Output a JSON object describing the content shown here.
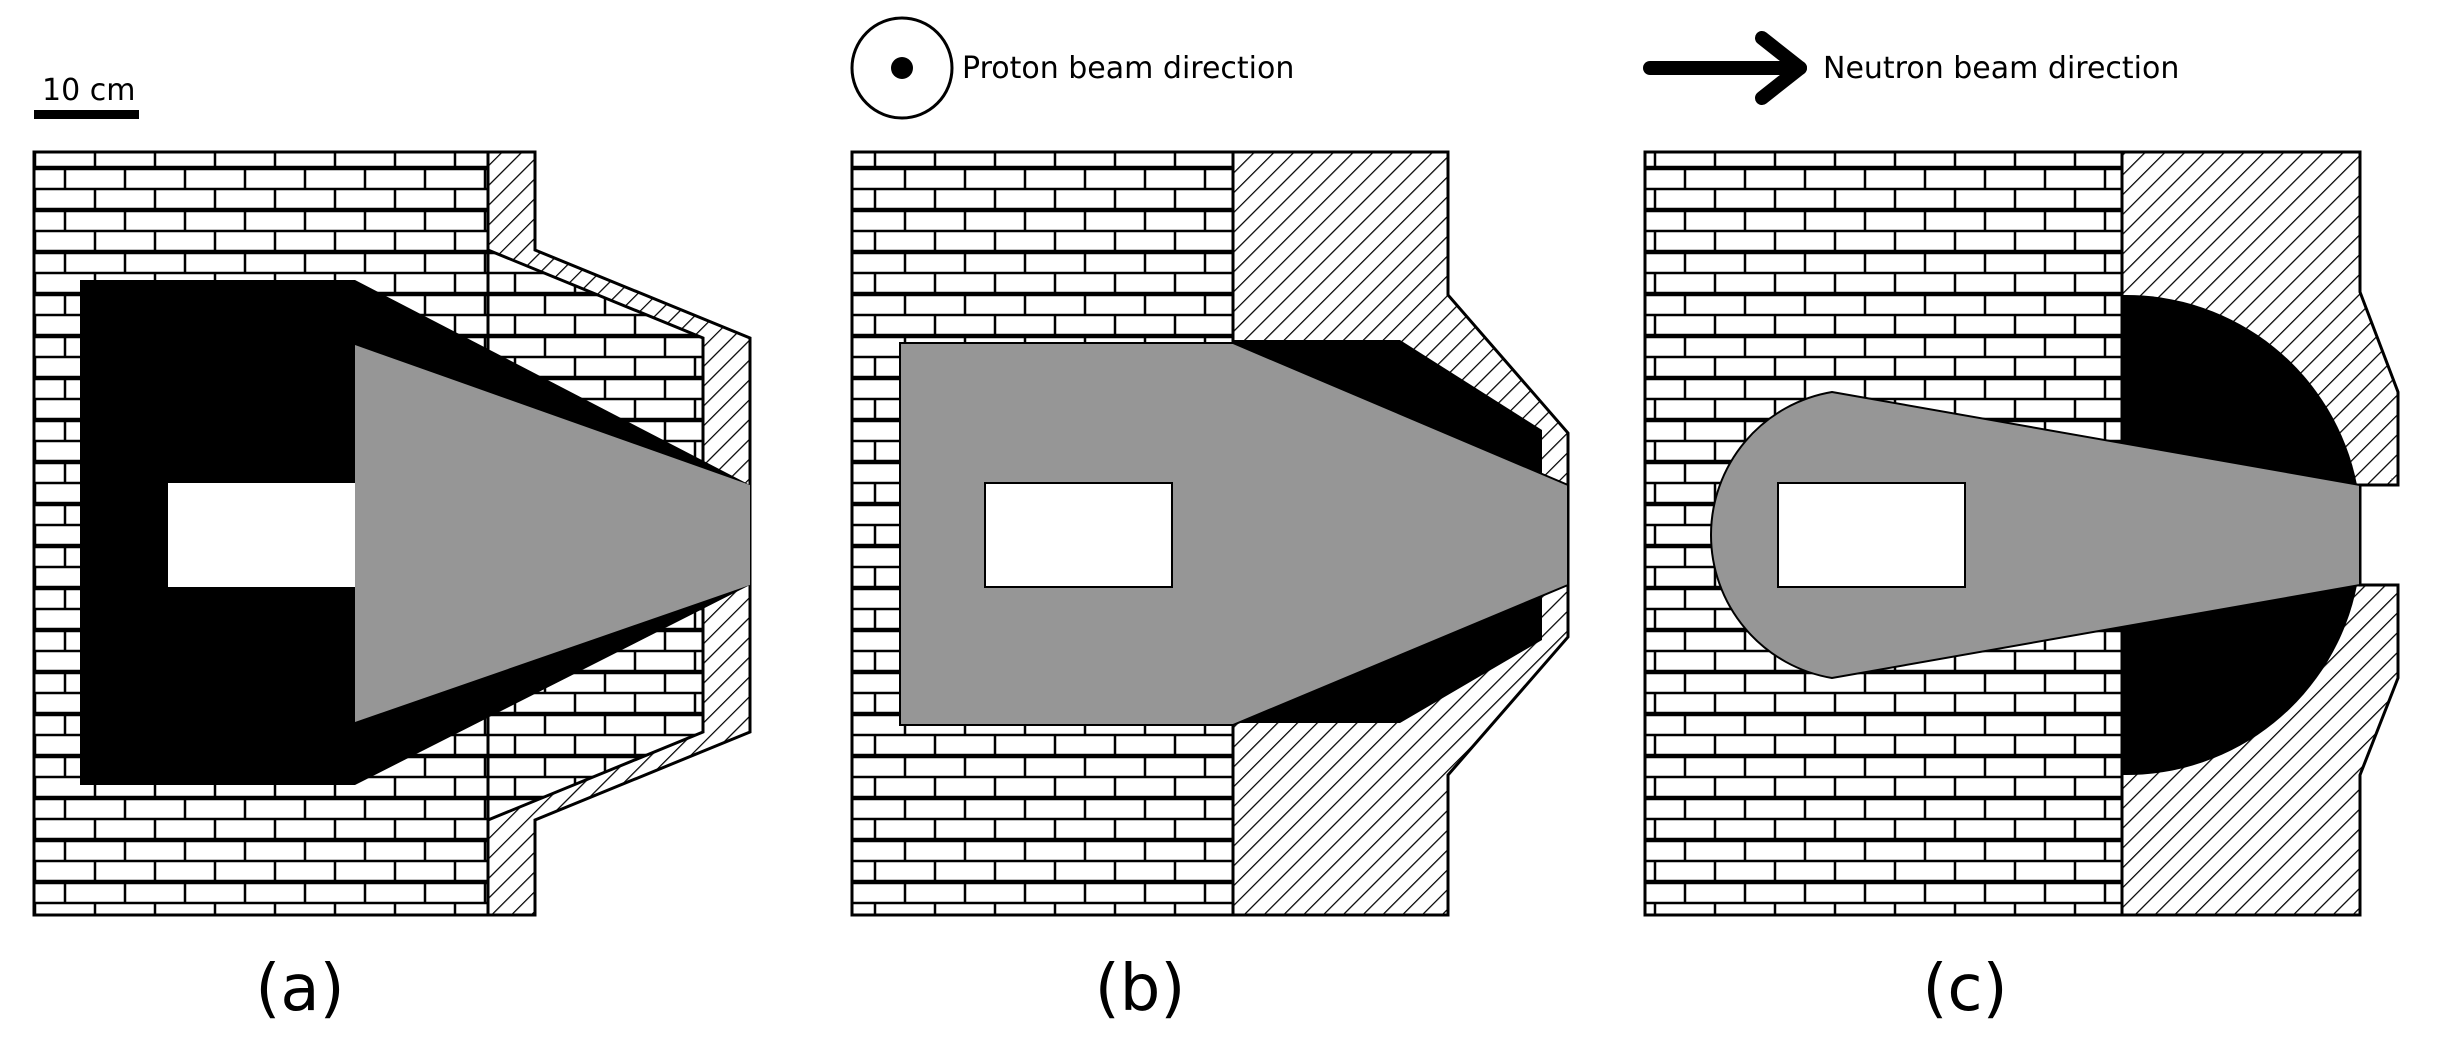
{
  "scale_bar": {
    "label": "10 cm"
  },
  "legend": {
    "proton": {
      "icon": "beam-out-of-page-icon",
      "label": "Proton beam direction"
    },
    "neutron": {
      "icon": "arrow-right-icon",
      "label": "Neutron beam direction"
    }
  },
  "panels": [
    {
      "id": "a",
      "label": "(a)"
    },
    {
      "id": "b",
      "label": "(b)"
    },
    {
      "id": "c",
      "label": "(c)"
    }
  ],
  "colors": {
    "outline": "#000000",
    "gray_region": "#969696",
    "black_region": "#000000",
    "white_region": "#ffffff"
  }
}
